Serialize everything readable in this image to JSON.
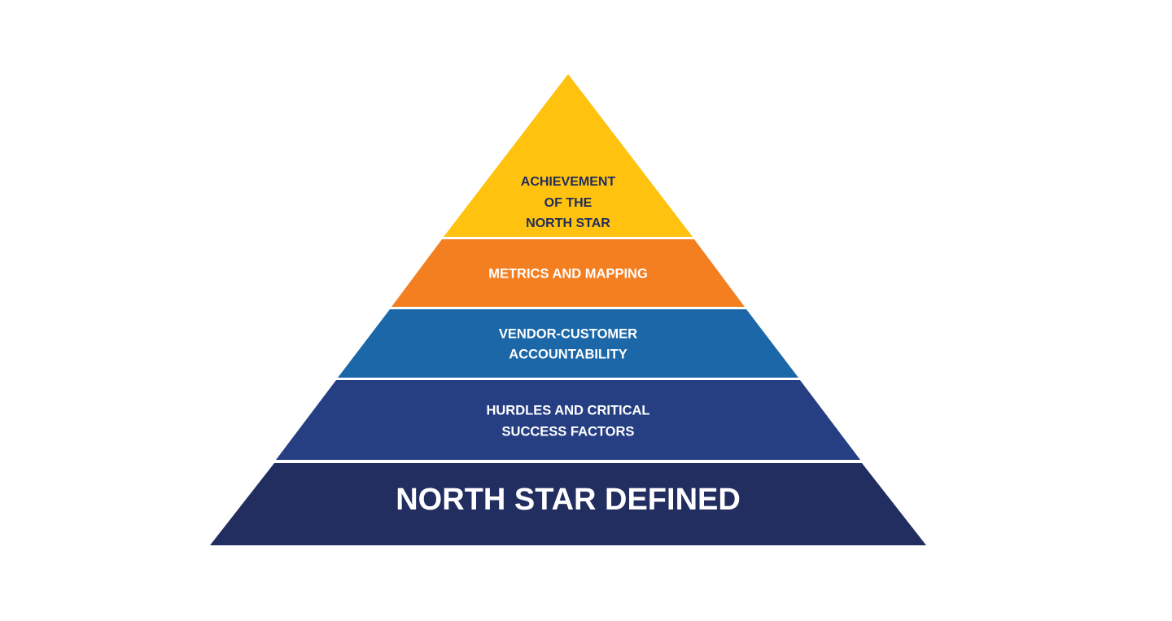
{
  "pyramid": {
    "tiers": [
      {
        "id": "achievement",
        "lines": [
          "ACHIEVEMENT",
          "OF THE",
          "NORTH STAR"
        ],
        "fill": "#FFC20E",
        "text_color": "#1F2D5C"
      },
      {
        "id": "metrics",
        "lines": [
          "METRICS AND MAPPING"
        ],
        "fill": "#F47F20",
        "text_color": "#FFFFFF"
      },
      {
        "id": "vendor",
        "lines": [
          "VENDOR-CUSTOMER",
          "ACCOUNTABILITY"
        ],
        "fill": "#1B67A8",
        "text_color": "#FFFFFF"
      },
      {
        "id": "hurdles",
        "lines": [
          "HURDLES AND CRITICAL",
          "SUCCESS FACTORS"
        ],
        "fill": "#263E82",
        "text_color": "#FFFFFF"
      },
      {
        "id": "north-star-defined",
        "lines": [
          "NORTH STAR DEFINED"
        ],
        "fill": "#222D60",
        "text_color": "#FFFFFF"
      }
    ]
  }
}
